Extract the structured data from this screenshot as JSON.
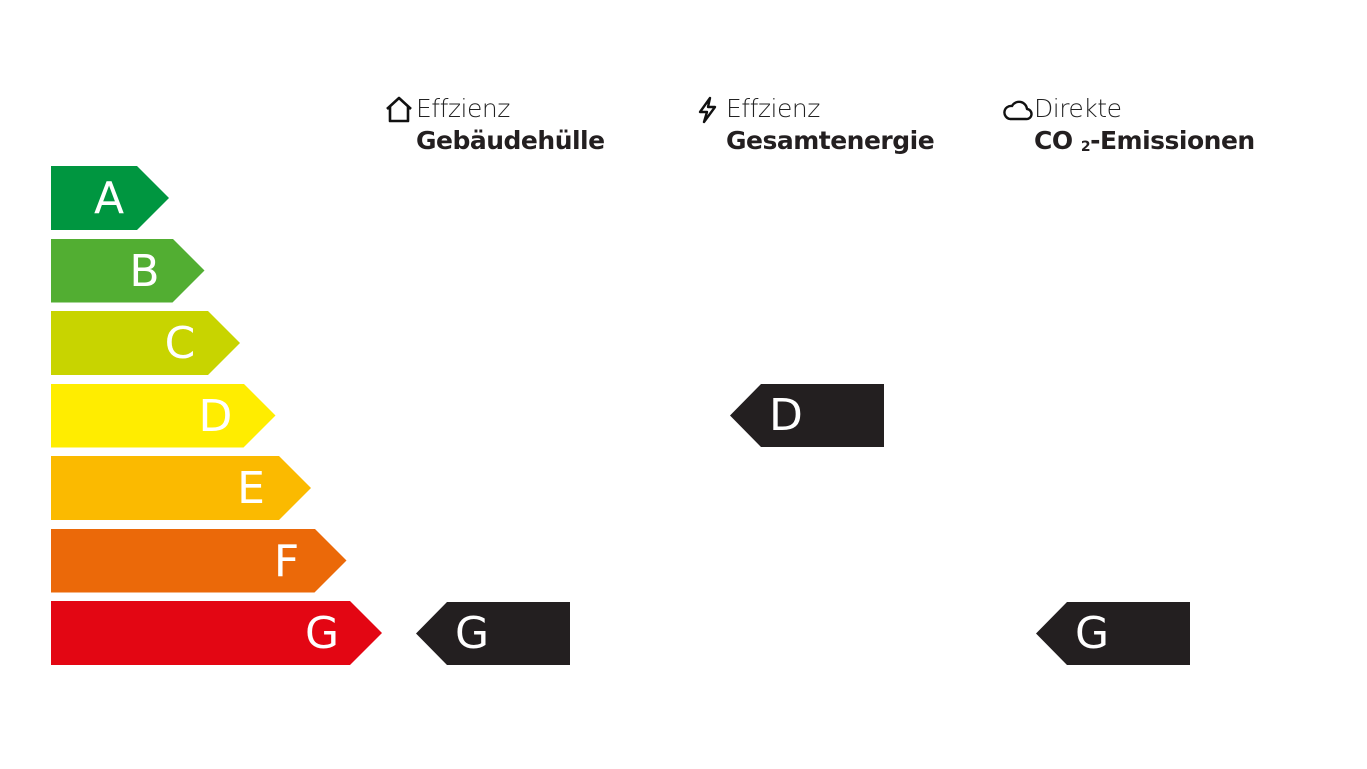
{
  "scale": [
    {
      "label": "A",
      "color": "#009640"
    },
    {
      "label": "B",
      "color": "#52ae32"
    },
    {
      "label": "C",
      "color": "#c8d400"
    },
    {
      "label": "D",
      "color": "#ffed00"
    },
    {
      "label": "E",
      "color": "#fbba00"
    },
    {
      "label": "F",
      "color": "#eb6909"
    },
    {
      "label": "G",
      "color": "#e30613"
    }
  ],
  "columns": [
    {
      "icon": "house-icon",
      "line1": "Effzienz",
      "line2": "Gebäudehülle",
      "rating": "G"
    },
    {
      "icon": "lightning-icon",
      "line1": "Effzienz",
      "line2": "Gesamtenergie",
      "rating": "D"
    },
    {
      "icon": "cloud-icon",
      "line1": "Direkte",
      "line2_a": "CO",
      "line2_sub": "2",
      "line2_b": "-Emissionen",
      "rating": "G"
    }
  ],
  "indicator_color": "#231f20"
}
